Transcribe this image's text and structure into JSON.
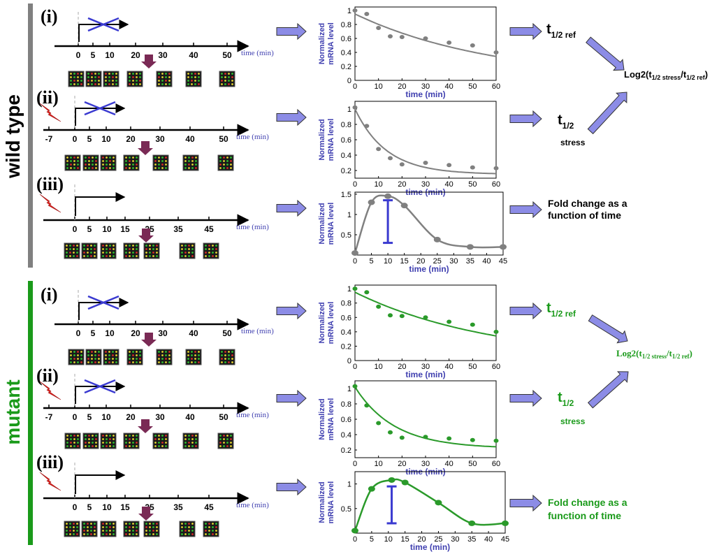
{
  "colors": {
    "wild_type_bar": "#808080",
    "mutant_bar": "#1a9a1a",
    "mutant_text": "#1a9a1a",
    "curve_wt": "#808080",
    "curve_mutant": "#2a9a2a",
    "axis_label": "#4040b0",
    "arrow_fill": "#8c8ce6",
    "down_arrow": "#7a2a55",
    "blue_cross": "#3a3ad0",
    "lightning": "#e8251f"
  },
  "wild_type": {
    "label": "wild type",
    "rows": [
      {
        "roman": "(i)",
        "ticks": [
          "0",
          "5",
          "10",
          "20",
          "30",
          "40",
          "50"
        ],
        "time_label": "time (min)"
      },
      {
        "roman": "(ii)",
        "ticks": [
          "-7",
          "0",
          "5",
          "10",
          "20",
          "30",
          "40",
          "50"
        ],
        "time_label": "time (min)"
      },
      {
        "roman": "(iii)",
        "ticks": [
          "0",
          "5",
          "10",
          "15",
          "25",
          "35",
          "45"
        ],
        "time_label": "time (min)"
      }
    ],
    "outputs": {
      "t_half_ref": {
        "main": "t",
        "sub": "1/2 ref"
      },
      "t_half": {
        "main": "t",
        "sub": "1/2"
      },
      "stress": "stress",
      "log2": {
        "prefix": "Log2(t",
        "sub1": "1/2 stress",
        "mid": "/t",
        "sub2": "1/2 ref",
        "suffix": ")"
      },
      "fold_change": [
        "Fold change as a",
        "function of time"
      ]
    }
  },
  "mutant": {
    "label": "mutant",
    "rows": [
      {
        "roman": "(i)",
        "ticks": [
          "0",
          "5",
          "10",
          "20",
          "30",
          "40",
          "50"
        ],
        "time_label": "time (min)"
      },
      {
        "roman": "(ii)",
        "ticks": [
          "-7",
          "0",
          "5",
          "10",
          "20",
          "30",
          "40",
          "50"
        ],
        "time_label": "time (min)"
      },
      {
        "roman": "(iii)",
        "ticks": [
          "0",
          "5",
          "10",
          "15",
          "25",
          "35",
          "45"
        ],
        "time_label": "time (min)"
      }
    ],
    "outputs": {
      "t_half_ref": {
        "main": "t",
        "sub": "1/2 ref"
      },
      "t_half": {
        "main": "t",
        "sub": "1/2"
      },
      "stress": "stress",
      "log2": {
        "prefix": "Log2(t",
        "sub1": "1/2 stress",
        "mid": "/t",
        "sub2": "1/2 ref",
        "suffix": ")"
      },
      "fold_change": [
        "Fold change as a",
        "function of time"
      ]
    }
  },
  "chart_data": [
    {
      "id": "wt_ref",
      "type": "scatter",
      "group": "wild type",
      "ylabel": [
        "Normalized",
        "mRNA level"
      ],
      "xlabel": "time (min)",
      "xlim": [
        0,
        60
      ],
      "ylim": [
        0,
        1.05
      ],
      "xticks": [
        "0",
        "10",
        "20",
        "30",
        "40",
        "50",
        "60"
      ],
      "yticks": [
        "0",
        "0.2",
        "0.4",
        "0.6",
        "0.8",
        "1"
      ],
      "points": {
        "x": [
          0,
          5,
          10,
          15,
          20,
          30,
          40,
          50,
          60
        ],
        "y": [
          1.0,
          0.95,
          0.75,
          0.63,
          0.62,
          0.6,
          0.54,
          0.5,
          0.4
        ]
      },
      "fit": {
        "kind": "exp",
        "a": 0.95,
        "k": 0.017
      }
    },
    {
      "id": "wt_stress",
      "type": "scatter",
      "group": "wild type",
      "ylabel": [
        "Normalized",
        "mRNA level"
      ],
      "xlabel": "time (min)",
      "xlim": [
        0,
        60
      ],
      "ylim": [
        0.1,
        1.1
      ],
      "xticks": [
        "0",
        "10",
        "20",
        "30",
        "40",
        "50",
        "60"
      ],
      "yticks": [
        "0.2",
        "0.4",
        "0.6",
        "0.8",
        "1"
      ],
      "points": {
        "x": [
          0,
          5,
          10,
          15,
          20,
          30,
          40,
          50,
          60
        ],
        "y": [
          1.02,
          0.78,
          0.48,
          0.36,
          0.28,
          0.3,
          0.27,
          0.24,
          0.23
        ]
      },
      "fit": {
        "kind": "exp_offset",
        "a": 0.85,
        "k": 0.075,
        "c": 0.15
      }
    },
    {
      "id": "wt_fold",
      "type": "line",
      "group": "wild type",
      "ylabel": [
        "Normalized",
        "mRNA level"
      ],
      "xlabel": "time (min)",
      "xlim": [
        0,
        45
      ],
      "ylim": [
        0,
        1.55
      ],
      "xticks": [
        "0",
        "5",
        "10",
        "15",
        "20",
        "25",
        "30",
        "35",
        "40",
        "45"
      ],
      "yticks": [
        "0.5",
        "1",
        "1.5"
      ],
      "points": {
        "x": [
          0,
          5,
          10,
          15,
          25,
          35,
          45
        ],
        "y": [
          0.05,
          1.3,
          1.45,
          1.22,
          0.38,
          0.2,
          0.2
        ]
      },
      "errorbar": {
        "x": 10,
        "low": 0.3,
        "high": 1.35
      }
    },
    {
      "id": "mut_ref",
      "type": "scatter",
      "group": "mutant",
      "ylabel": [
        "Normalized",
        "mRNA level"
      ],
      "xlabel": "time (min)",
      "xlim": [
        0,
        60
      ],
      "ylim": [
        0,
        1.05
      ],
      "xticks": [
        "0",
        "10",
        "20",
        "30",
        "40",
        "50",
        "60"
      ],
      "yticks": [
        "0",
        "0.2",
        "0.4",
        "0.6",
        "0.8",
        "1"
      ],
      "points": {
        "x": [
          0,
          5,
          10,
          15,
          20,
          30,
          40,
          50,
          60
        ],
        "y": [
          1.0,
          0.95,
          0.75,
          0.63,
          0.62,
          0.6,
          0.54,
          0.5,
          0.4
        ]
      },
      "fit": {
        "kind": "exp",
        "a": 0.95,
        "k": 0.017
      }
    },
    {
      "id": "mut_stress",
      "type": "scatter",
      "group": "mutant",
      "ylabel": [
        "Normalized",
        "mRNA level"
      ],
      "xlabel": "time (min)",
      "xlim": [
        0,
        60
      ],
      "ylim": [
        0.1,
        1.1
      ],
      "xticks": [
        "0",
        "10",
        "20",
        "30",
        "40",
        "50",
        "60"
      ],
      "yticks": [
        "0.2",
        "0.4",
        "0.6",
        "0.8",
        "1"
      ],
      "points": {
        "x": [
          0,
          5,
          10,
          15,
          20,
          30,
          40,
          50,
          60
        ],
        "y": [
          1.03,
          0.78,
          0.55,
          0.43,
          0.36,
          0.37,
          0.35,
          0.33,
          0.32
        ]
      },
      "fit": {
        "kind": "exp_offset",
        "a": 0.8,
        "k": 0.06,
        "c": 0.22
      }
    },
    {
      "id": "mut_fold",
      "type": "line",
      "group": "mutant",
      "ylabel": [
        "Normalized",
        "mRNA level"
      ],
      "xlabel": "time (min)",
      "xlim": [
        0,
        45
      ],
      "ylim": [
        0,
        1.25
      ],
      "xticks": [
        "0",
        "5",
        "10",
        "15",
        "20",
        "25",
        "30",
        "35",
        "40",
        "45"
      ],
      "yticks": [
        "0.5",
        "1"
      ],
      "points": {
        "x": [
          0,
          5,
          11,
          15,
          25,
          35,
          45
        ],
        "y": [
          0.05,
          0.9,
          1.08,
          1.03,
          0.62,
          0.2,
          0.2
        ]
      },
      "errorbar": {
        "x": 11,
        "low": 0.2,
        "high": 0.95
      }
    }
  ]
}
